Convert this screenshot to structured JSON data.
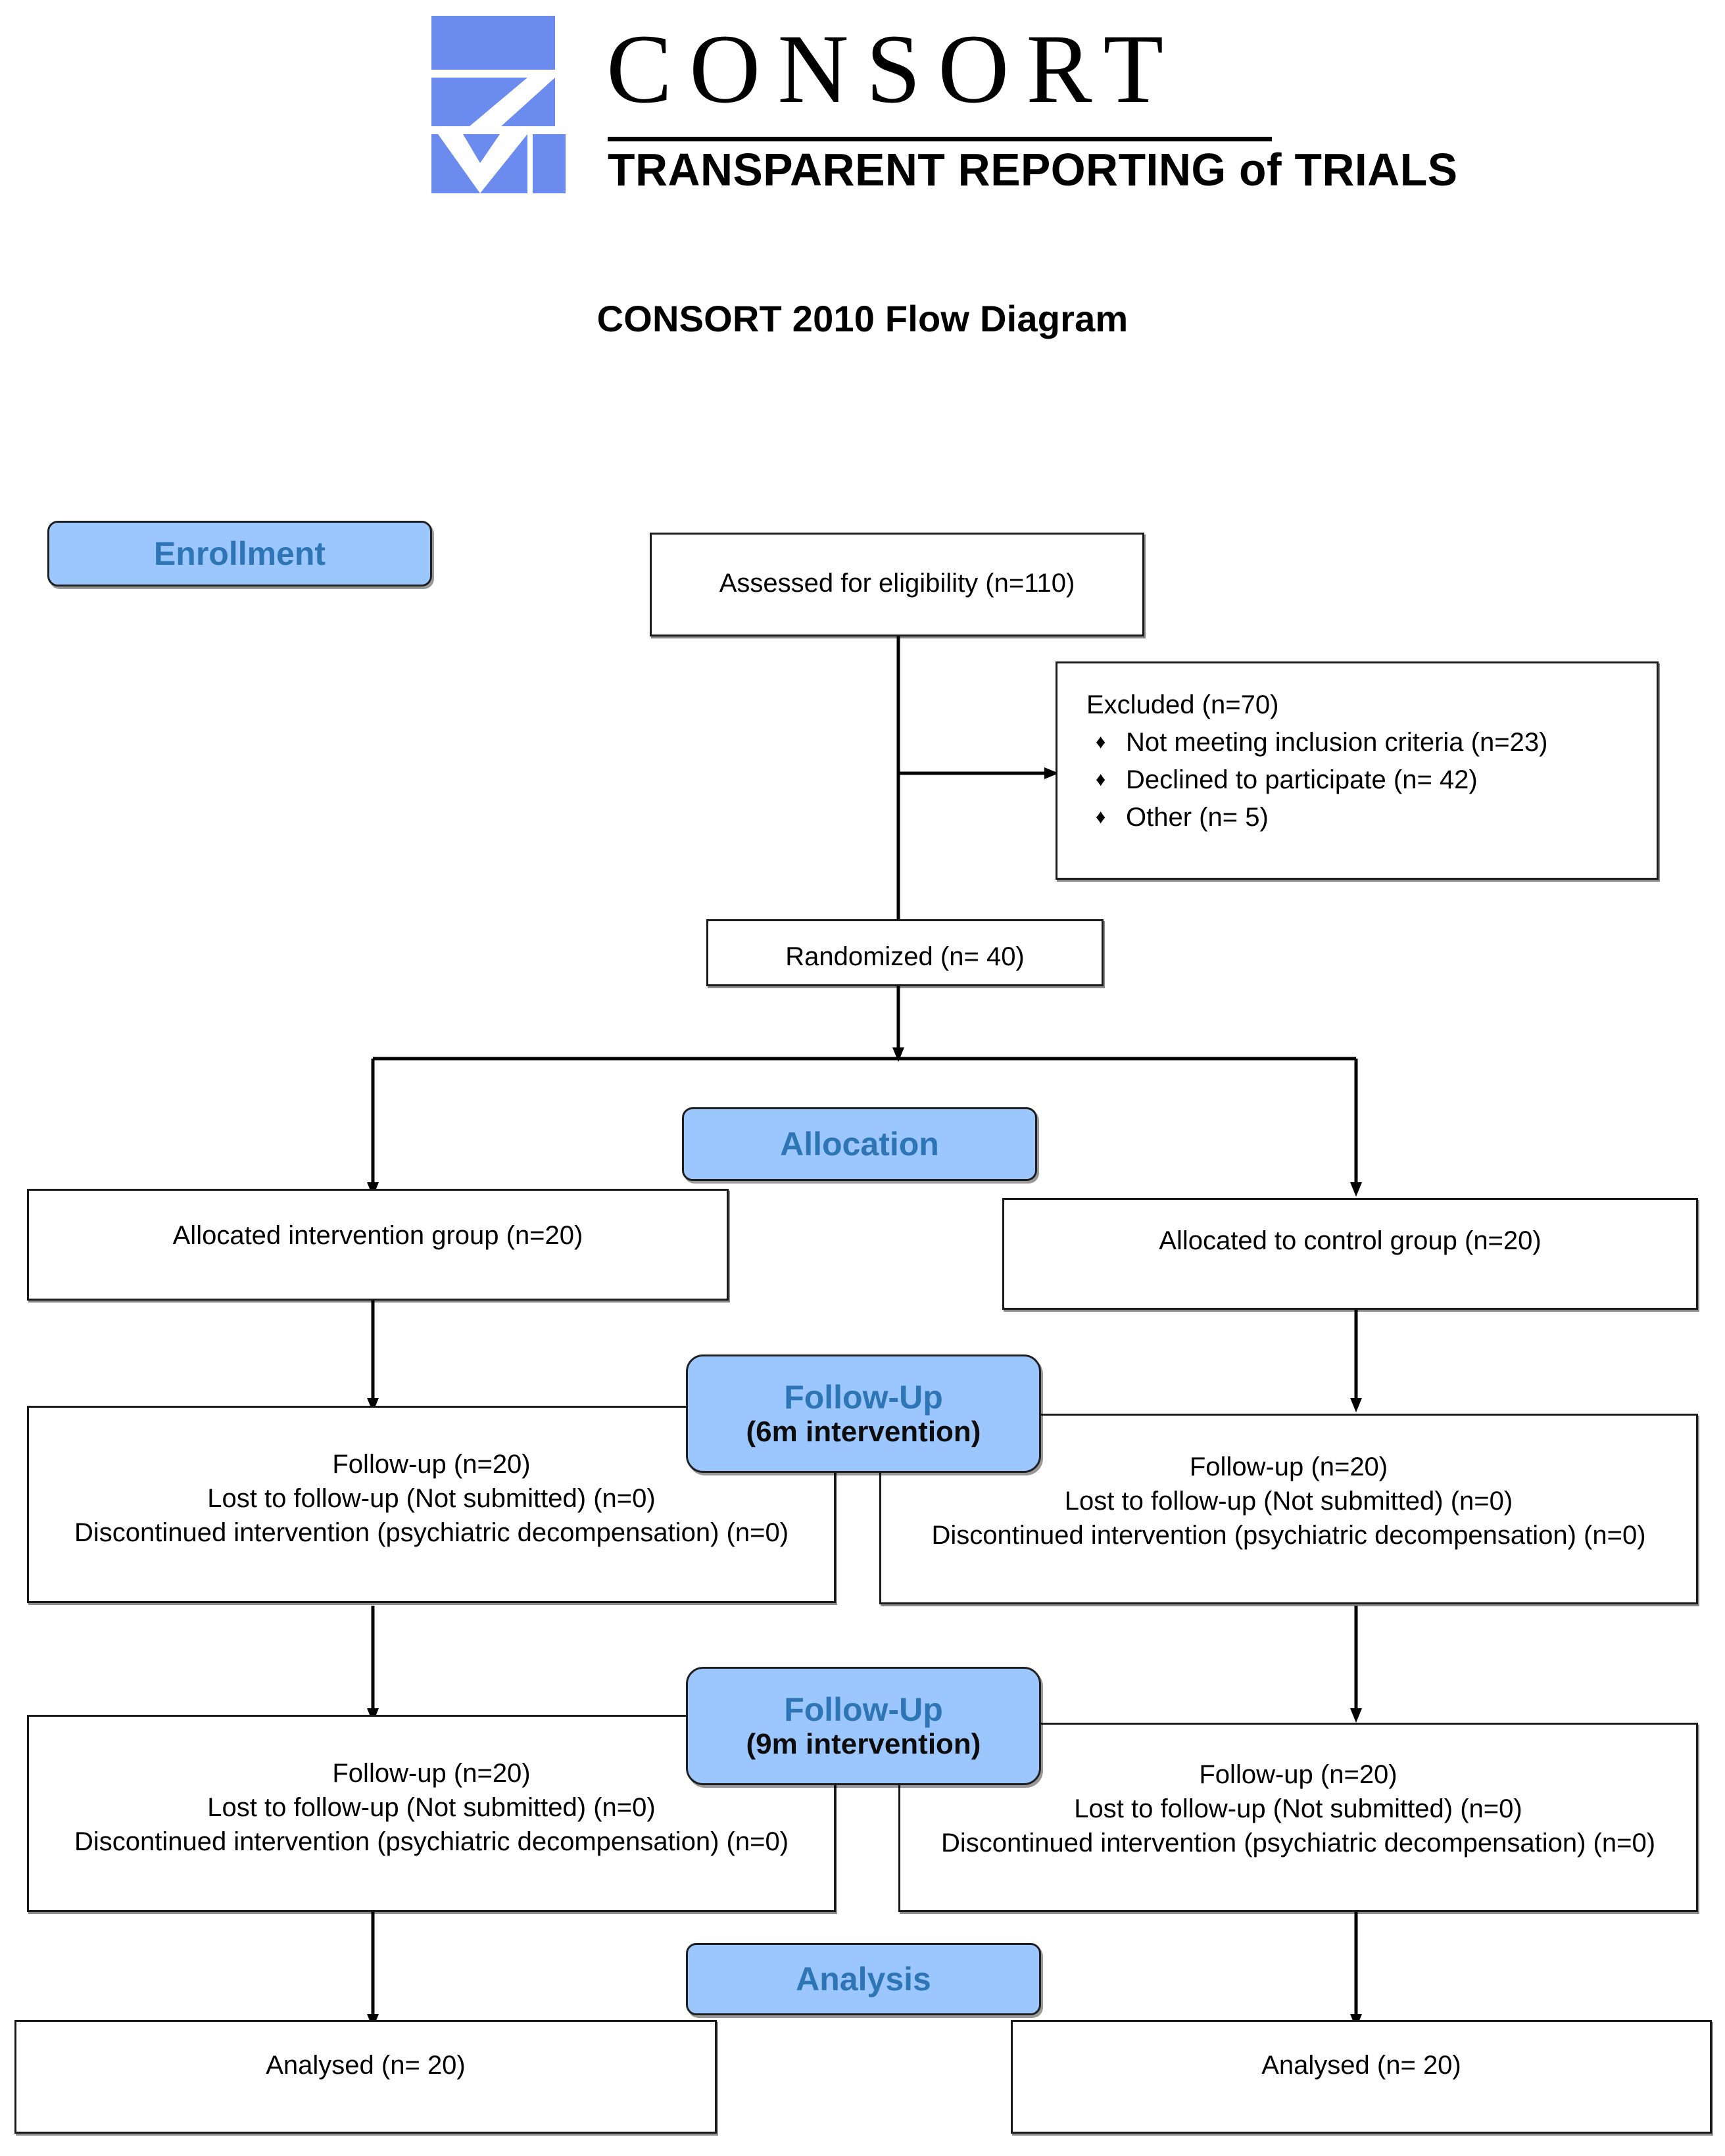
{
  "logo": {
    "wordmark": "CONSORT",
    "tagline": "TRANSPARENT REPORTING of TRIALS",
    "mark_color": "#6B8BEE"
  },
  "title": "CONSORT 2010 Flow Diagram",
  "theme": {
    "badge_fill": "#9CC6FE",
    "badge_text": "#2E75B6",
    "badge_subtext": "#0D0D0D",
    "box_border": "#1A1A1A",
    "box_fill": "#FFFFFF",
    "line": "#000000"
  },
  "phases": [
    {
      "id": "enrollment",
      "label": "Enrollment",
      "sublabel": ""
    },
    {
      "id": "allocation",
      "label": "Allocation",
      "sublabel": ""
    },
    {
      "id": "followup6",
      "label": "Follow-Up",
      "sublabel": "(6m intervention)"
    },
    {
      "id": "followup9",
      "label": "Follow-Up",
      "sublabel": "(9m intervention)"
    },
    {
      "id": "analysis",
      "label": "Analysis",
      "sublabel": ""
    }
  ],
  "nodes": {
    "assessed": {
      "text": "Assessed for eligibility (n=110)"
    },
    "excluded": {
      "title": "Excluded (n=70)",
      "bullet_glyph": "♦",
      "items": [
        "Not meeting inclusion criteria (n=23)",
        "Declined to participate (n= 42)",
        "Other (n= 5)"
      ]
    },
    "randomized": {
      "text": "Randomized (n= 40)"
    },
    "alloc_left": {
      "text": "Allocated intervention group (n=20)"
    },
    "alloc_right": {
      "text": "Allocated to control group (n=20)"
    },
    "fu6_left": {
      "lines": [
        "Follow-up (n=20)",
        "Lost to follow-up (Not submitted) (n=0)",
        "Discontinued intervention (psychiatric decompensation) (n=0)"
      ]
    },
    "fu6_right": {
      "lines": [
        "Follow-up (n=20)",
        "Lost to follow-up (Not submitted) (n=0)",
        "Discontinued intervention (psychiatric decompensation) (n=0)"
      ]
    },
    "fu9_left": {
      "lines": [
        "Follow-up (n=20)",
        "Lost to follow-up (Not submitted) (n=0)",
        "Discontinued intervention (psychiatric decompensation) (n=0)"
      ]
    },
    "fu9_right": {
      "lines": [
        "Follow-up (n=20)",
        "Lost to follow-up (Not submitted) (n=0)",
        "Discontinued intervention (psychiatric decompensation) (n=0)"
      ]
    },
    "analysed_left": {
      "text": "Analysed (n= 20)"
    },
    "analysed_right": {
      "text": "Analysed (n= 20)"
    }
  }
}
